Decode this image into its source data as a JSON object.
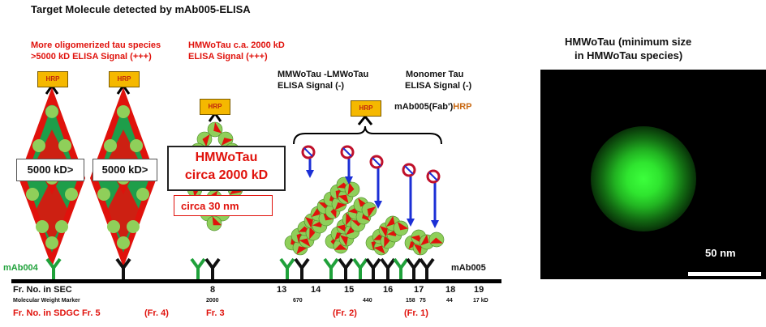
{
  "title": "Target Molecule detected by mAb005-ELISA",
  "labels": {
    "oligo_line1": "More oligomerized tau species",
    "oligo_line2": ">5000 kD  ELISA Signal (+++)",
    "hmw_line1": "HMWoTau c.a. 2000 kD",
    "hmw_line2": "ELISA Signal (+++)",
    "mmw_line1": "MMWoTau -LMWoTau",
    "mmw_line2": "ELISA Signal (-)",
    "mono_line1": "Monomer Tau",
    "mono_line2": " ELISA Signal (-)",
    "fab_prefix": "mAb005(Fab')",
    "fab_suffix": "HRP",
    "hrp": "HRP",
    "box_5000a": "5000 kD>",
    "box_5000b": "5000 kD>",
    "box_hmw_line1": "HMWoTau",
    "box_hmw_line2": "circa 2000 kD",
    "box_30nm": "circa 30 nm",
    "mab004": "mAb004",
    "mab005": "mAb005"
  },
  "axis": {
    "sec_label": "Fr. No. in  SEC",
    "mw_label": "Molecular Weight  Marker",
    "sdgc_label": "Fr. No. in SDGC  Fr. 5",
    "sec_numbers": [
      "8",
      "13",
      "14",
      "15",
      "16",
      "17",
      "18",
      "19"
    ],
    "mw_values": [
      "2000",
      "670",
      "440",
      "158",
      "75",
      "44",
      "17 kD"
    ],
    "sdgc_fractions": [
      "(Fr. 4)",
      "Fr. 3",
      "(Fr. 2)",
      "(Fr. 1)"
    ]
  },
  "micrograph": {
    "title_line1": "HMWoTau (minimum  size",
    "title_line2": "in HMWoTau species)",
    "scale_label": "50 nm"
  },
  "colors": {
    "red": "#e0120c",
    "green_particle": "#8fcf5a",
    "green_fill": "#1e9e4a",
    "hrp_fill": "#f5b800",
    "arrow_blue": "#1b2fd6",
    "glow_green": "#33ff33"
  }
}
